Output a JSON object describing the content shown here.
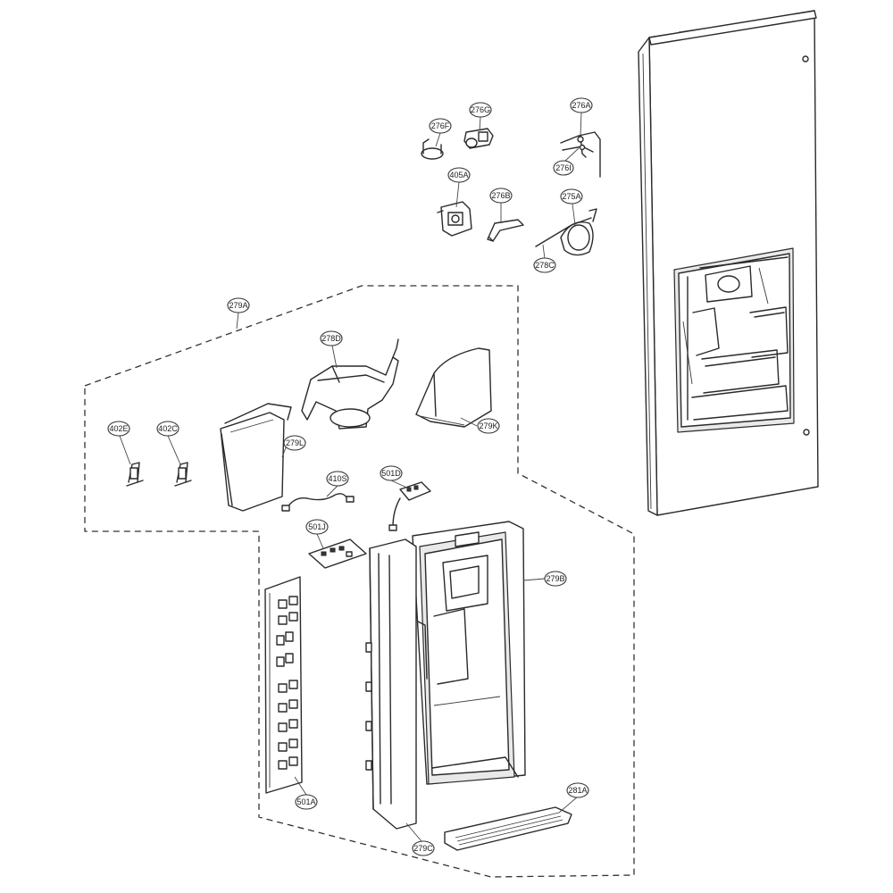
{
  "labels": {
    "p276A": "276A",
    "p276G": "276G",
    "p276F": "276F",
    "p276I": "276I",
    "p405A": "405A",
    "p276B": "276B",
    "p275A": "275A",
    "p278C": "278C",
    "p279A": "279A",
    "p278D": "278D",
    "p279K": "279K",
    "p402E": "402E",
    "p402C": "402C",
    "p279L": "279L",
    "p410S": "410S",
    "p501D": "501D",
    "p501J": "501J",
    "p279B": "279B",
    "p501A": "501A",
    "p281A": "281A",
    "p279C": "279C"
  }
}
